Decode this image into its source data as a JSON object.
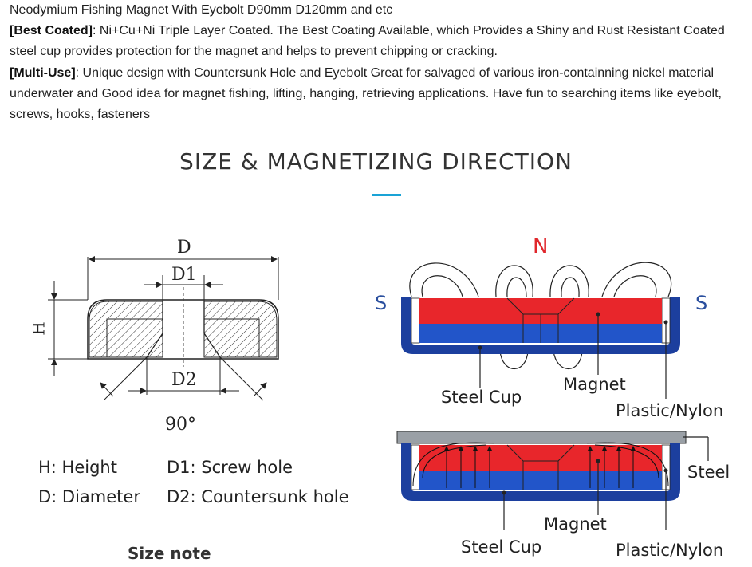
{
  "description": {
    "title_line": "Neodymium Fishing Magnet With Eyebolt D90mm D120mm and etc",
    "best_coated_tag": "[Best Coated]",
    "best_coated_text": ": Ni+Cu+Ni Triple Layer Coated. The Best Coating Available, which Provides a Shiny and Rust Resistant Coated steel cup provides protection for the magnet and helps to prevent chipping or cracking.",
    "multi_use_tag": "[Multi-Use]",
    "multi_use_text": ": Unique design with Countersunk Hole and Eyebolt Great for salvaged of various iron-containning nickel material underwater and Good idea for magnet fishing, lifting, hanging, retrieving applications. Have fun to searching items like eyebolt, screws, hooks, fasteners"
  },
  "section": {
    "title": "SIZE & MAGNETIZING DIRECTION",
    "accent_color": "#1aa3d6"
  },
  "size_diagram": {
    "dim_d": "D",
    "dim_d1": "D1",
    "dim_d2": "D2",
    "dim_h": "H",
    "angle": "90°",
    "legend": {
      "h": "H: Height",
      "d": "D: Diameter",
      "d1": "D1: Screw hole",
      "d2": "D2: Countersunk hole"
    },
    "caption": "Size note"
  },
  "magnet_diagram_top": {
    "north": "N",
    "south_left": "S",
    "south_right": "S",
    "steel_cup": "Steel Cup",
    "magnet": "Magnet",
    "plastic": "Plastic/Nylon"
  },
  "magnet_diagram_bottom": {
    "steel": "Steel",
    "magnet": "Magnet",
    "steel_cup": "Steel Cup",
    "plastic": "Plastic/Nylon"
  },
  "colors": {
    "cup_blue": "#1c3f9e",
    "north_red": "#e8262b",
    "south_blue": "#2255c9",
    "pole_red": "#e0262b",
    "pole_blue": "#2a4f9e"
  }
}
